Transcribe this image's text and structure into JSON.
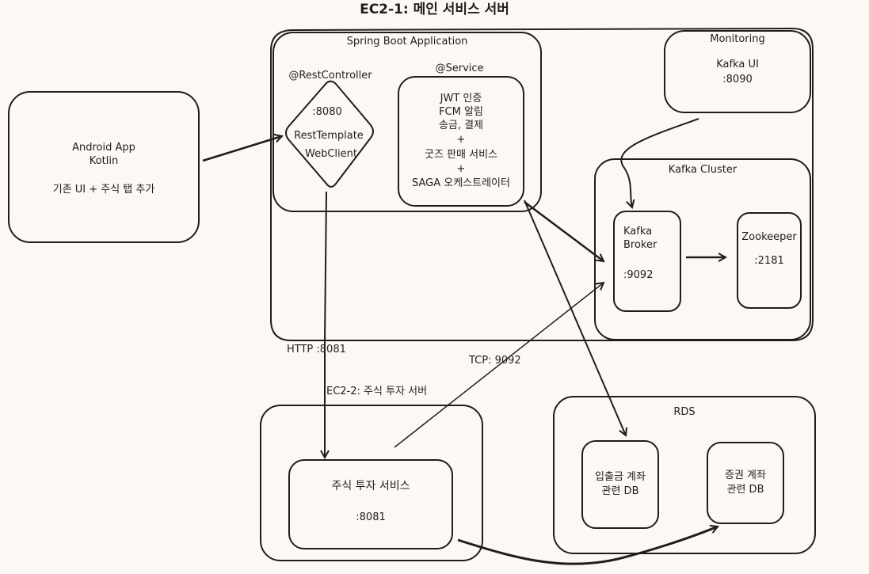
{
  "title": "EC2-1: 메인 서비스 서버",
  "spring_boot": {
    "label": "Spring Boot Application",
    "controller": {
      "label": "@RestController",
      "port": ":8080",
      "line1": "RestTemplate",
      "line2": "WebClient"
    },
    "service": {
      "label": "@Service",
      "lines": [
        "JWT 인증",
        "FCM 알림",
        "송금, 결제",
        "+",
        "굿즈 판매 서비스",
        "+",
        "SAGA 오케스트레이터"
      ]
    }
  },
  "android": {
    "line1": "Android App",
    "line2": "Kotlin",
    "line3": "기존 UI + 주식 탭 추가"
  },
  "monitoring": {
    "label": "Monitoring",
    "name": "Kafka UI",
    "port": ":8090"
  },
  "kafka_cluster": {
    "label": "Kafka Cluster",
    "broker": {
      "line1": "Kafka",
      "line2": "Broker",
      "port": ":9092"
    },
    "zookeeper": {
      "name": "Zookeeper",
      "port": ":2181"
    }
  },
  "edges": {
    "http": "HTTP :8081",
    "tcp": "TCP: 9092"
  },
  "ec2_2": {
    "label": "EC2-2: 주식 투자 서버",
    "service": "주식 투자 서비스",
    "port": ":8081"
  },
  "rds": {
    "label": "RDS",
    "db1": {
      "line1": "입출금 계좌",
      "line2": "관련 DB"
    },
    "db2": {
      "line1": "증권 계좌",
      "line2": "관련 DB"
    }
  }
}
